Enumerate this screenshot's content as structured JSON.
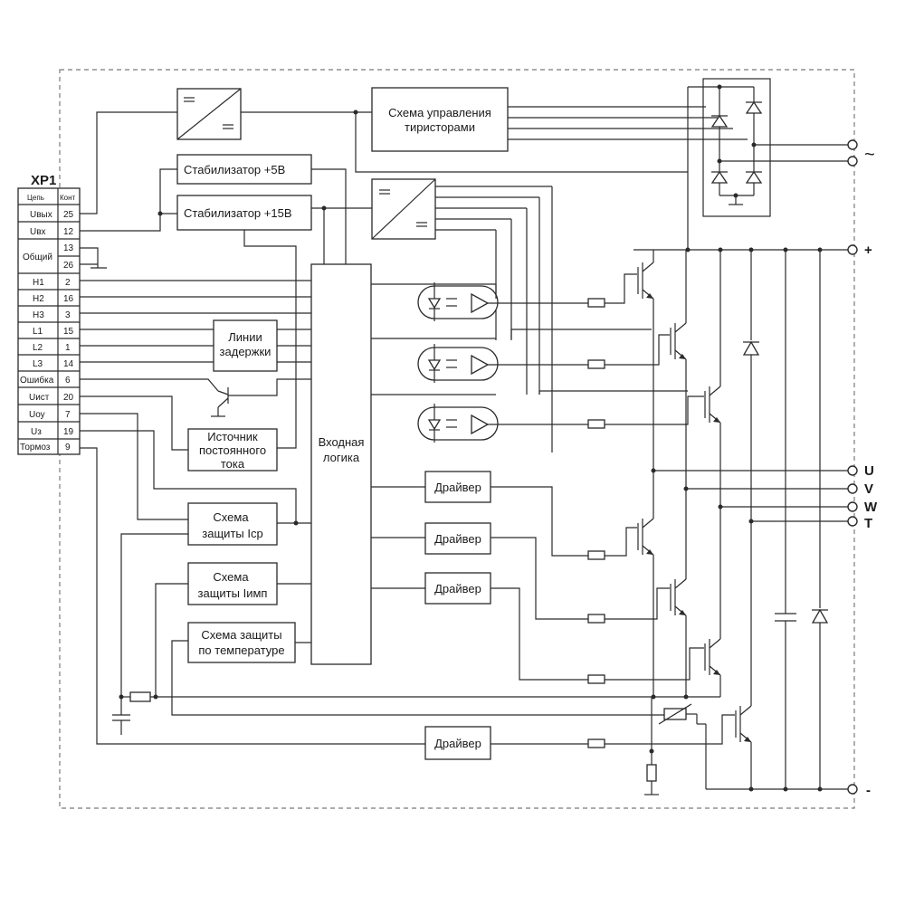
{
  "connector": {
    "name": "XP1",
    "header_signal": "Цепь",
    "header_contact": "Конт",
    "pins": [
      {
        "signal": "Uвых",
        "contact": "25"
      },
      {
        "signal": "Uвх",
        "contact": "12"
      },
      {
        "signal": "Общий",
        "contact": "13"
      },
      {
        "signal": "",
        "contact": "26"
      },
      {
        "signal": "H1",
        "contact": "2"
      },
      {
        "signal": "H2",
        "contact": "16"
      },
      {
        "signal": "H3",
        "contact": "3"
      },
      {
        "signal": "L1",
        "contact": "15"
      },
      {
        "signal": "L2",
        "contact": "1"
      },
      {
        "signal": "L3",
        "contact": "14"
      },
      {
        "signal": "Ошибка",
        "contact": "6"
      },
      {
        "signal": "Uист",
        "contact": "20"
      },
      {
        "signal": "Uоу",
        "contact": "7"
      },
      {
        "signal": "Uз",
        "contact": "19"
      },
      {
        "signal": "Тормоз",
        "contact": "9"
      }
    ]
  },
  "blocks": {
    "thyristor_control_l1": "Схема управления",
    "thyristor_control_l2": "тиристорами",
    "stabilizer_5v": "Стабилизатор +5В",
    "stabilizer_15v": "Стабилизатор +15В",
    "delay_lines_l1": "Линии",
    "delay_lines_l2": "задержки",
    "current_source_l1": "Источник",
    "current_source_l2": "постоянного",
    "current_source_l3": "тока",
    "input_logic_l1": "Входная",
    "input_logic_l2": "логика",
    "protection_avg_l1": "Схема",
    "protection_avg_l2": "защиты Iср",
    "protection_pulse_l1": "Схема",
    "protection_pulse_l2": "защиты Iимп",
    "protection_temp_l1": "Схема защиты",
    "protection_temp_l2": "по температуре",
    "driver": "Драйвер"
  },
  "terminals": {
    "ac": "~",
    "plus": "+",
    "u": "U",
    "v": "V",
    "w": "W",
    "t": "T",
    "minus": "-"
  }
}
